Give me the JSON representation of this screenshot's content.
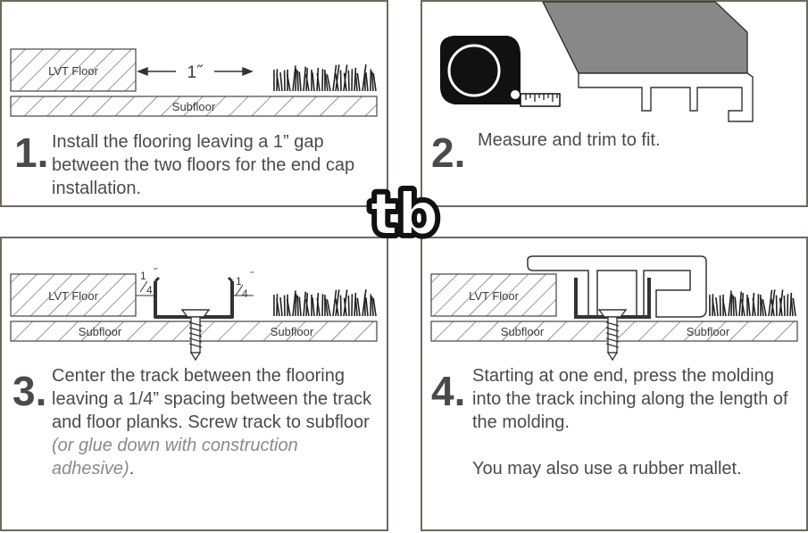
{
  "steps": [
    {
      "number": "1.",
      "text": "Install the flooring leaving a 1” gap between the two floors for the end cap installation."
    },
    {
      "number": "2.",
      "text": "Measure and trim to fit."
    },
    {
      "number": "3.",
      "text": "Center the track between the flooring leaving a 1/4” spacing between the track and floor planks. Screw track to subfloor",
      "note": "(or glue down with construction adhesive)",
      "suffix": "."
    },
    {
      "number": "4.",
      "text": "Starting at one end, press the molding into the track inching along the length of the molding.",
      "extra": "You may also use a rubber mallet."
    }
  ],
  "labels": {
    "lvt_floor": "LVT Floor",
    "subfloor": "Subfloor",
    "gap": "1˝",
    "quarter_num": "1",
    "quarter_den": "4",
    "quarter_mark": "˝"
  },
  "logo": "tb",
  "colors": {
    "border": "#6b6b58",
    "ink": "#3a3a3a",
    "note": "#8a8a8a"
  }
}
